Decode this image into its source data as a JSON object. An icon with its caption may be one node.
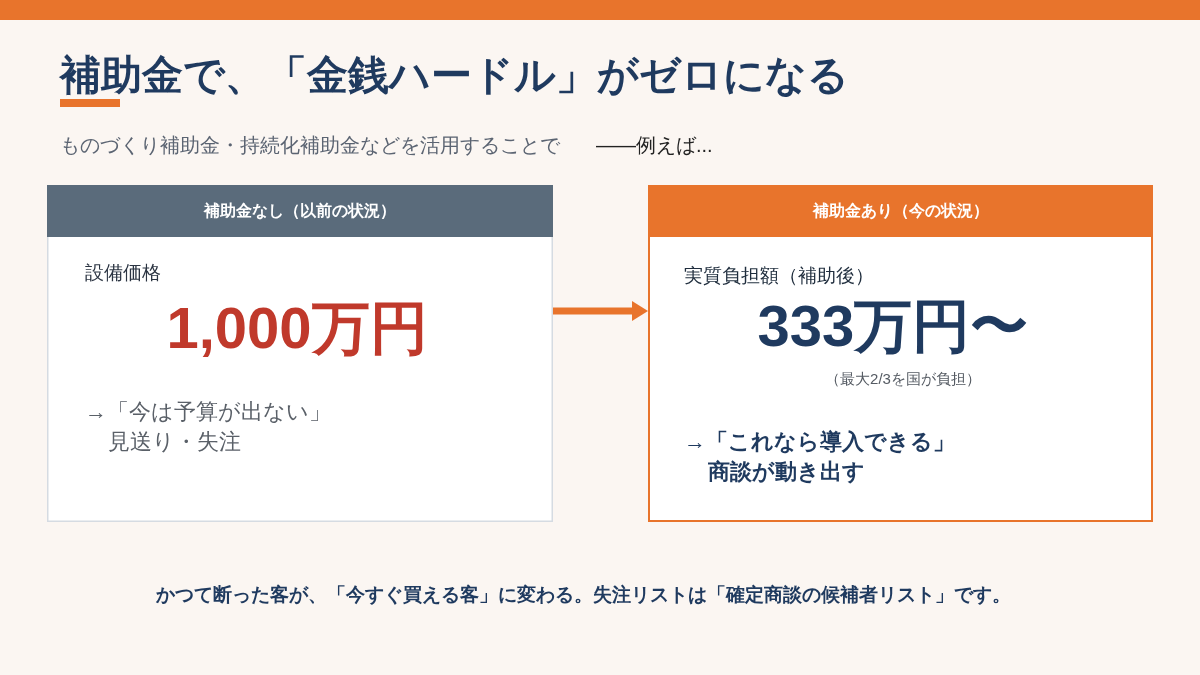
{
  "diagram": {
    "title": "補助金で、「金銭ハードル」がゼロになる",
    "caption": "かつて断った客が、「今すぐ買える客」に変わる。失注リストは「確定商談の候補者リスト」です。",
    "nodes": [
      {
        "text": [],
        "shape": "bar"
      },
      {
        "text": [
          "補助金なし（以前の状況）",
          "設備価格",
          "1,000万円",
          "→「今は予算が出ない」見送り・失注"
        ]
      },
      {
        "text": [
          "補助金あり（今の状況）",
          "実質負担額（補助後）",
          "333万円〜",
          "（最大2/3を国が負担）",
          "→「これなら導入できる」商談が動き出す"
        ]
      }
    ],
    "edges": [
      {
        "from": 1,
        "to": 2,
        "arrow": "to"
      }
    ],
    "labels": [
      "ものづくり補助金・持続化補助金などを活用することで",
      "——例えば..."
    ]
  }
}
